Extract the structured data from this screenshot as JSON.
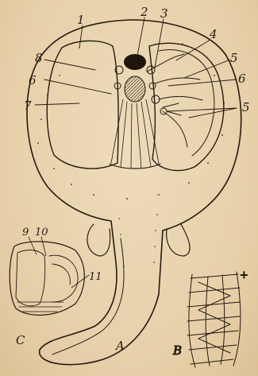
{
  "figure": {
    "main_labels": [
      "1",
      "2",
      "3",
      "4",
      "5",
      "6",
      "6",
      "7",
      "8",
      "5"
    ],
    "inset_c_labels": [
      "9",
      "10",
      "11"
    ],
    "panel_letters": {
      "a": "A",
      "b": "B",
      "c": "C"
    },
    "mark_plus": "+"
  },
  "colors": {
    "paper": "#e9d4b0",
    "ink": "#241a10"
  }
}
